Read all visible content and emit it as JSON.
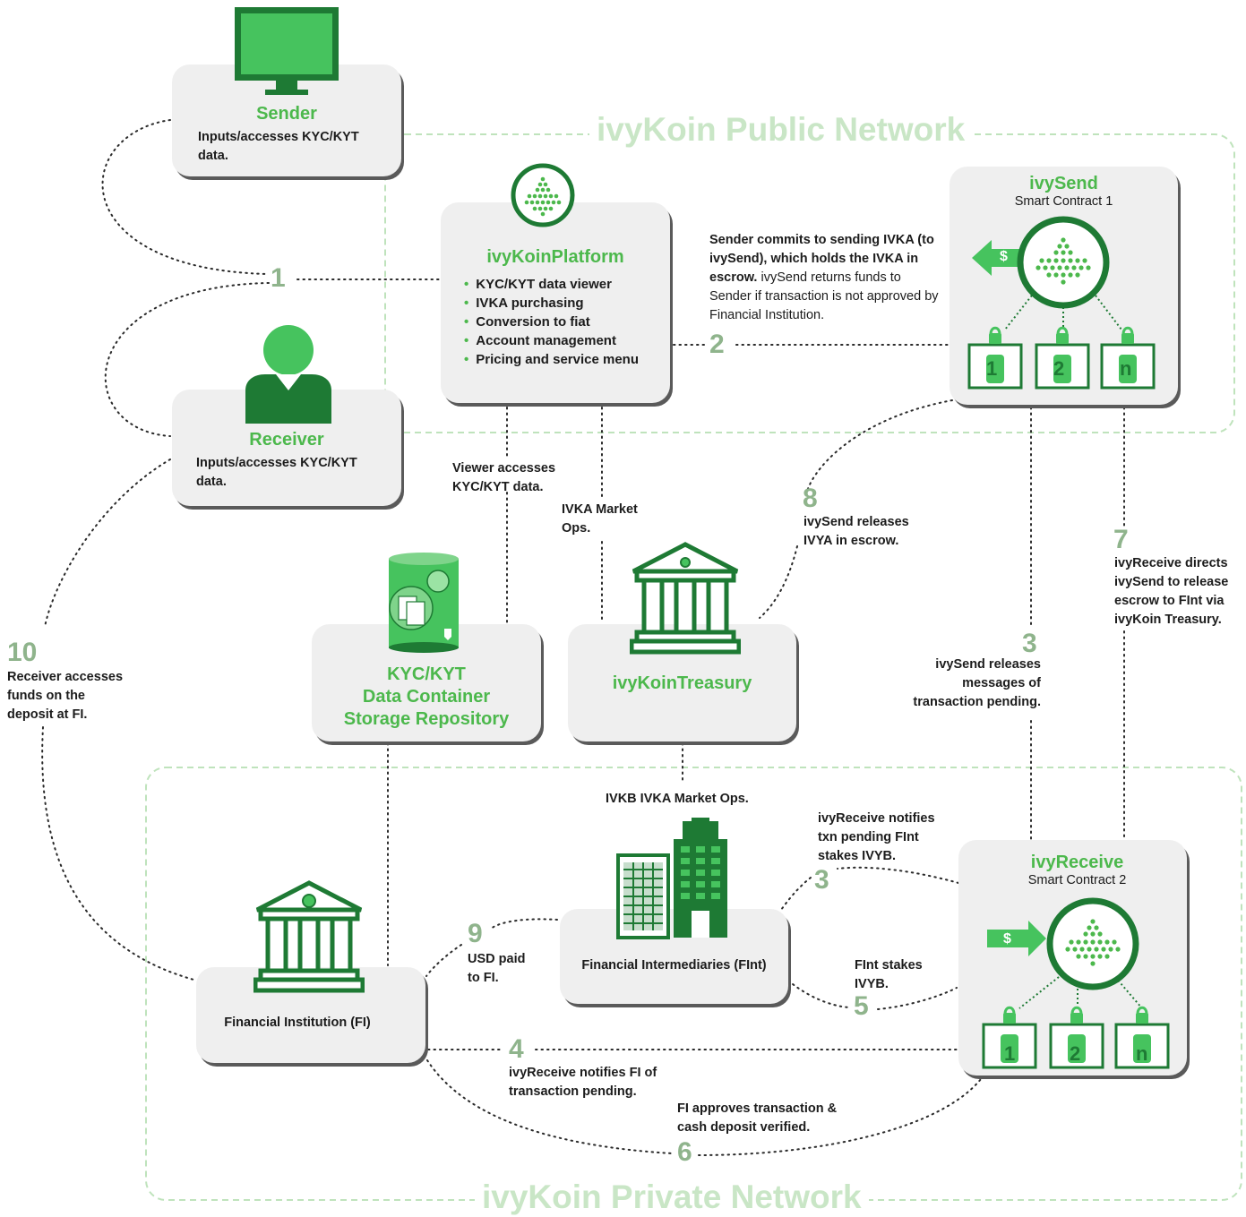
{
  "networks": {
    "public": "ivyKoin Public Network",
    "private": "ivyKoin Private Network"
  },
  "sender": {
    "title": "Sender",
    "desc": "Inputs/accesses KYC/KYT data.",
    "icon": "monitor-icon"
  },
  "receiver": {
    "title": "Receiver",
    "desc": "Inputs/accesses KYC/KYT data.",
    "icon": "person-icon"
  },
  "platform": {
    "title": "ivyKoinPlatform",
    "icon": "ivykoin-logo",
    "features": [
      "KYC/KYT data viewer",
      "IVKA purchasing",
      "Conversion to fiat",
      "Account management",
      "Pricing and service menu"
    ]
  },
  "ivysend": {
    "title": "ivySend",
    "subtitle": "Smart Contract 1",
    "dollar": "$",
    "containers": [
      "1",
      "2",
      "n"
    ]
  },
  "ivyreceive": {
    "title": "ivyReceive",
    "subtitle": "Smart Contract 2",
    "dollar": "$",
    "containers": [
      "1",
      "2",
      "n"
    ]
  },
  "repository": {
    "line1": "KYC/KYT",
    "line2": "Data Container",
    "line3": "Storage Repository"
  },
  "treasury": {
    "title": "ivyKoinTreasury"
  },
  "fi": {
    "title": "Financial Institution (FI)"
  },
  "fint": {
    "title": "Financial Intermediaries (FInt)"
  },
  "steps": {
    "s1": {
      "num": "1"
    },
    "s2": {
      "num": "2",
      "bold": "Sender commits to sending IVKA (to ivySend), which holds the IVKA in escrow.",
      "normal": "ivySend returns funds to Sender if transaction is not approved by Financial Institution."
    },
    "s3a": {
      "num": "3",
      "text": "ivySend releases messages of transaction pending."
    },
    "s3b": {
      "num": "3",
      "text": "ivyReceive notifies txn pending FInt stakes IVYB."
    },
    "s4": {
      "num": "4",
      "text": "ivyReceive notifies FI of transaction pending."
    },
    "s5": {
      "num": "5",
      "text": "FInt stakes IVYB."
    },
    "s6": {
      "num": "6",
      "text": "FI approves transaction & cash deposit verified."
    },
    "s7": {
      "num": "7",
      "text": "ivyReceive directs ivySend to release escrow to FInt via ivyKoin Treasury."
    },
    "s8": {
      "num": "8",
      "text": "ivySend releases IVYA in escrow."
    },
    "s9": {
      "num": "9",
      "text": "USD paid to FI."
    },
    "s10": {
      "num": "10",
      "text": "Receiver accesses funds on the deposit at FI."
    }
  },
  "labels": {
    "viewer": "Viewer accesses KYC/KYT data.",
    "market": "IVKA Market Ops.",
    "ivkb": "IVKB IVKA Market Ops."
  },
  "colors": {
    "brand_green": "#4cb84c",
    "dark_green": "#1e7a34",
    "light_green": "#c9e6c6",
    "step_number": "#8fb48c",
    "card": "#efefef"
  }
}
